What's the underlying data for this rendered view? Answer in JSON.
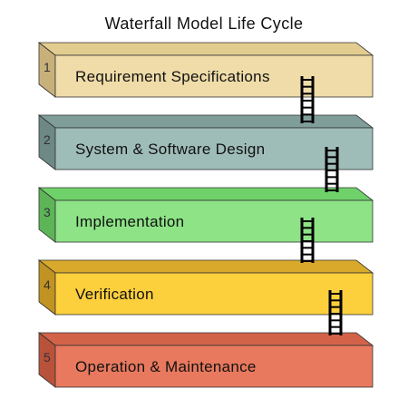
{
  "title": "Waterfall Model Life Cycle",
  "steps": [
    {
      "num": "1",
      "label": "Requirement Specifications",
      "front": "#efdca8",
      "top": "#e2cc8f",
      "side": "#c7b07a"
    },
    {
      "num": "2",
      "label": "System & Software Design",
      "front": "#9fbdb8",
      "top": "#7f9e9a",
      "side": "#6d8885"
    },
    {
      "num": "3",
      "label": "Implementation",
      "front": "#8de386",
      "top": "#6fd16a",
      "side": "#5db558"
    },
    {
      "num": "4",
      "label": "Verification",
      "front": "#fccf3c",
      "top": "#d9a92b",
      "side": "#c09322"
    },
    {
      "num": "5",
      "label": "Operation & Maintenance",
      "front": "#e8795e",
      "top": "#d36348",
      "side": "#b9523b"
    }
  ],
  "ladder_icon": "ladder-icon"
}
